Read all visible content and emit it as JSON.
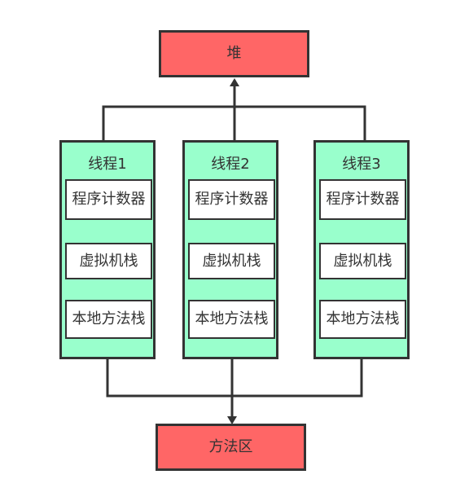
{
  "heap": {
    "label": "堆"
  },
  "method_area": {
    "label": "方法区"
  },
  "threads": [
    {
      "title": "线程1",
      "pc": "程序计数器",
      "vm_stack": "虚拟机栈",
      "native_stack": "本地方法栈"
    },
    {
      "title": "线程2",
      "pc": "程序计数器",
      "vm_stack": "虚拟机栈",
      "native_stack": "本地方法栈"
    },
    {
      "title": "线程3",
      "pc": "程序计数器",
      "vm_stack": "虚拟机栈",
      "native_stack": "本地方法栈"
    }
  ],
  "colors": {
    "box_fill": "#ff6666",
    "thread_fill": "#99ffcc",
    "stroke": "#333333"
  }
}
